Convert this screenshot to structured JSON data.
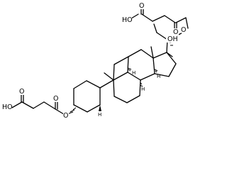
{
  "atoms": {
    "acid_top_oh": "HO",
    "acid_top_o1": "O",
    "ester_top_o_carbonyl": "O",
    "ester_top_o_link": "O",
    "oh_17": "OH",
    "acid_bottom_oh": "HO",
    "acid_bottom_o1": "O",
    "ester_bottom_o_carbonyl": "O",
    "ester_bottom_o_link": "O",
    "h_8": "H",
    "h_9": "H",
    "h_14": "H",
    "h_5": "H"
  }
}
